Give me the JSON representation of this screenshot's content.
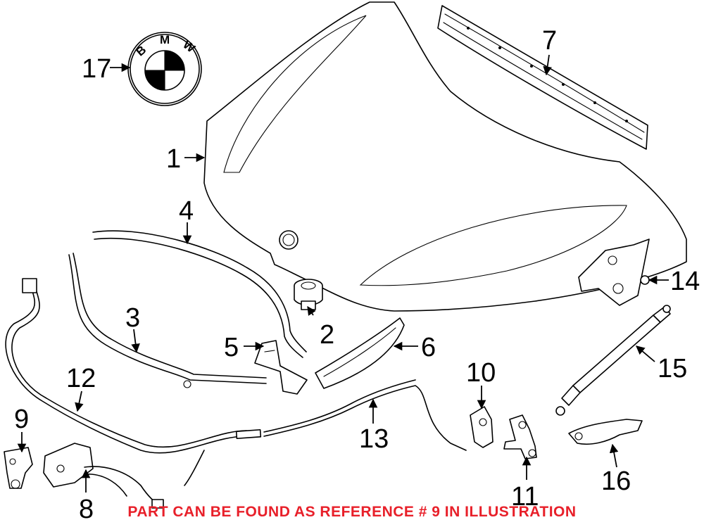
{
  "callouts": {
    "c1": "1",
    "c2": "2",
    "c3": "3",
    "c4": "4",
    "c5": "5",
    "c6": "6",
    "c7": "7",
    "c8": "8",
    "c9": "9",
    "c10": "10",
    "c11": "11",
    "c12": "12",
    "c13": "13",
    "c14": "14",
    "c15": "15",
    "c16": "16",
    "c17": "17"
  },
  "logo": {
    "letter_b": "B",
    "letter_m": "M",
    "letter_w": "W"
  },
  "note": {
    "text": "PART CAN BE FOUND AS REFERENCE # 9 IN ILLUSTRATION",
    "color": "#e8202a"
  },
  "colors": {
    "line": "#000000",
    "background": "#ffffff"
  }
}
